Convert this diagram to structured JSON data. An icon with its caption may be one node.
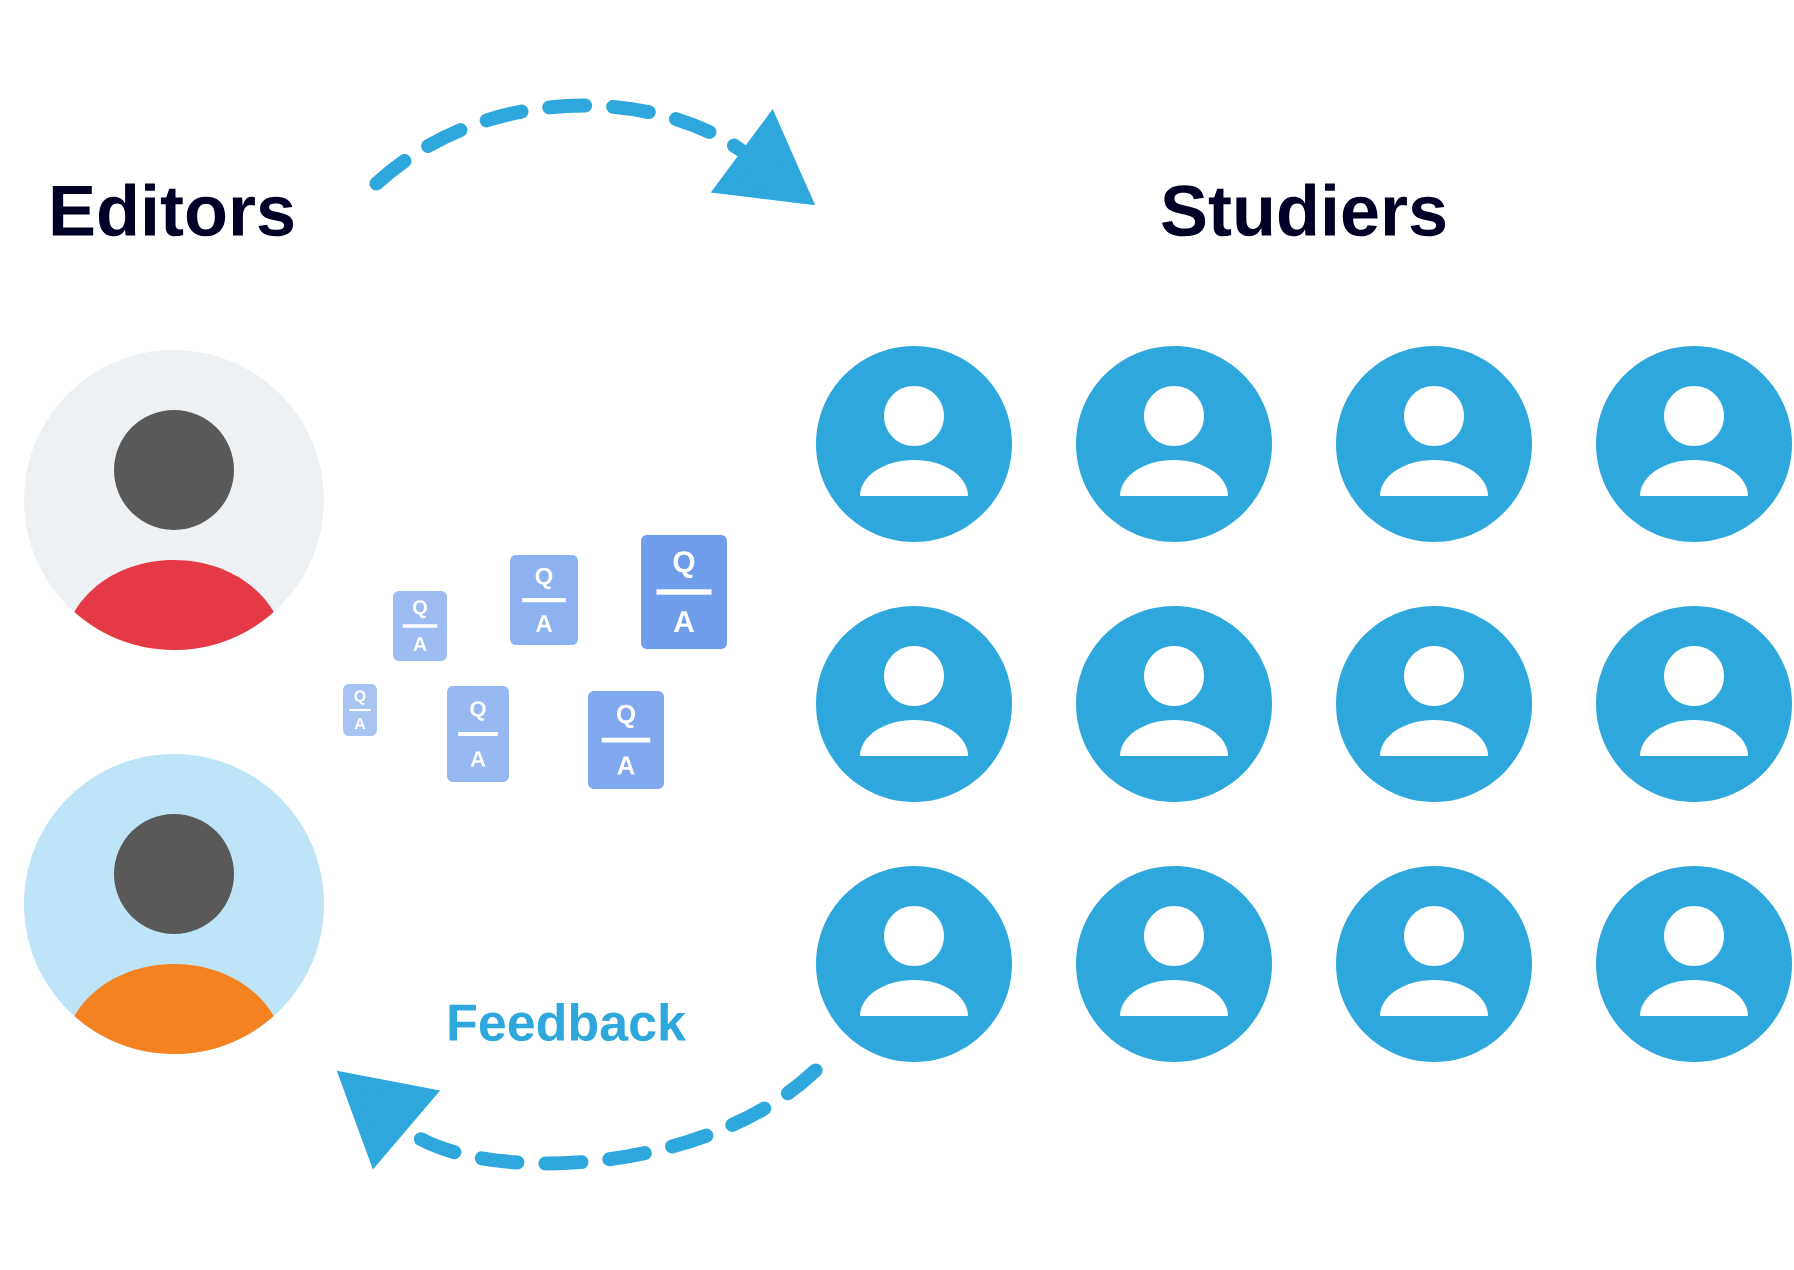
{
  "diagram": {
    "nodes": [
      {
        "text": [
          "Editors"
        ]
      },
      {
        "text": [
          "Studiers"
        ]
      },
      {
        "text": [
          "Q",
          "A"
        ]
      },
      {
        "text": [
          "Q",
          "A"
        ]
      },
      {
        "text": [
          "Q",
          "A"
        ]
      },
      {
        "text": [
          "Q",
          "A"
        ]
      },
      {
        "text": [
          "Q",
          "A"
        ]
      },
      {
        "text": [
          "Q",
          "A"
        ]
      }
    ],
    "edges": [
      {
        "from": 0,
        "to": 1,
        "arrow": "to",
        "style": "dashed"
      },
      {
        "from": 1,
        "to": 0,
        "arrow": "to",
        "style": "dashed",
        "label": "Feedback"
      }
    ]
  }
}
